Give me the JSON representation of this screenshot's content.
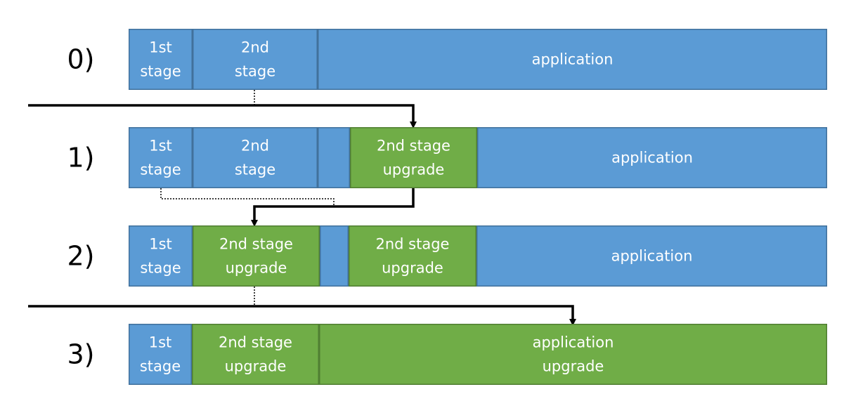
{
  "colors": {
    "blue": "#5b9bd5",
    "blue_border": "#41719c",
    "green": "#70ad47",
    "green_border": "#507e32",
    "text": "#ffffff",
    "line": "#000000"
  },
  "rows": [
    {
      "label": "0)",
      "segments": [
        {
          "color": "blue",
          "lines": [
            "1st",
            "stage"
          ]
        },
        {
          "color": "blue",
          "lines": [
            "2nd",
            "stage"
          ]
        },
        {
          "color": "blue",
          "lines": [
            "application"
          ]
        }
      ]
    },
    {
      "label": "1)",
      "segments": [
        {
          "color": "blue",
          "lines": [
            "1st",
            "stage"
          ]
        },
        {
          "color": "blue",
          "lines": [
            "2nd",
            "stage"
          ]
        },
        {
          "color": "blue",
          "lines": []
        },
        {
          "color": "green",
          "lines": [
            "2nd stage",
            "upgrade"
          ]
        },
        {
          "color": "blue",
          "lines": [
            "application"
          ]
        }
      ]
    },
    {
      "label": "2)",
      "segments": [
        {
          "color": "blue",
          "lines": [
            "1st",
            "stage"
          ]
        },
        {
          "color": "green",
          "lines": [
            "2nd stage",
            "upgrade"
          ]
        },
        {
          "color": "blue",
          "lines": []
        },
        {
          "color": "green",
          "lines": [
            "2nd stage",
            "upgrade"
          ]
        },
        {
          "color": "blue",
          "lines": [
            "application"
          ]
        }
      ]
    },
    {
      "label": "3)",
      "segments": [
        {
          "color": "blue",
          "lines": [
            "1st",
            "stage"
          ]
        },
        {
          "color": "green",
          "lines": [
            "2nd stage",
            "upgrade"
          ]
        },
        {
          "color": "green",
          "lines": [
            "application",
            "upgrade"
          ]
        }
      ]
    }
  ]
}
